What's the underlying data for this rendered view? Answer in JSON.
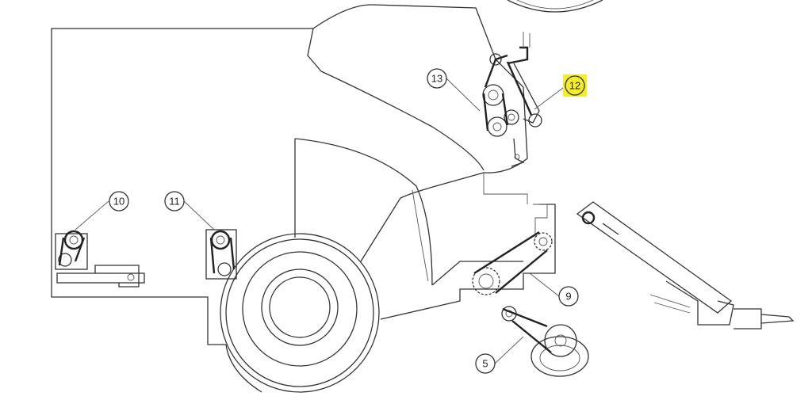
{
  "callouts": {
    "c5": {
      "label": "5"
    },
    "c9": {
      "label": "9"
    },
    "c10": {
      "label": "10"
    },
    "c11": {
      "label": "11"
    },
    "c12": {
      "label": "12",
      "highlight": "#f5ec2a"
    },
    "c13": {
      "label": "13"
    }
  },
  "colors": {
    "line": "#333333",
    "background": "#ffffff",
    "highlight": "#f5ec2a"
  }
}
